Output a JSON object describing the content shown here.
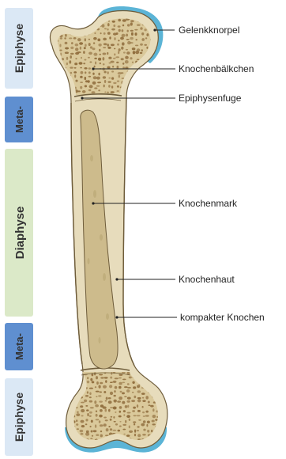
{
  "zones": [
    {
      "label": "Epiphyse",
      "color": "#dbe8f5"
    },
    {
      "label": "Meta-",
      "color": "#5f8fd0"
    },
    {
      "label": "Diaphyse",
      "color": "#dbe9c8"
    },
    {
      "label": "Meta-",
      "color": "#5f8fd0"
    },
    {
      "label": "Epiphyse",
      "color": "#dbe8f5"
    }
  ],
  "callouts": [
    {
      "label": "Gelenkknorpel"
    },
    {
      "label": "Knochenbälkchen"
    },
    {
      "label": "Epiphysenfuge"
    },
    {
      "label": "Knochenmark"
    },
    {
      "label": "Knochenhaut"
    },
    {
      "label": "kompakter Knochen"
    }
  ],
  "colors": {
    "cartilage": "#5bb4d6",
    "cortex": "#e7dcbc",
    "marrow": "#cdbb8c",
    "spongy": "#dac99b",
    "pore": "#8d6a3a",
    "outline": "#6e5c3a"
  }
}
